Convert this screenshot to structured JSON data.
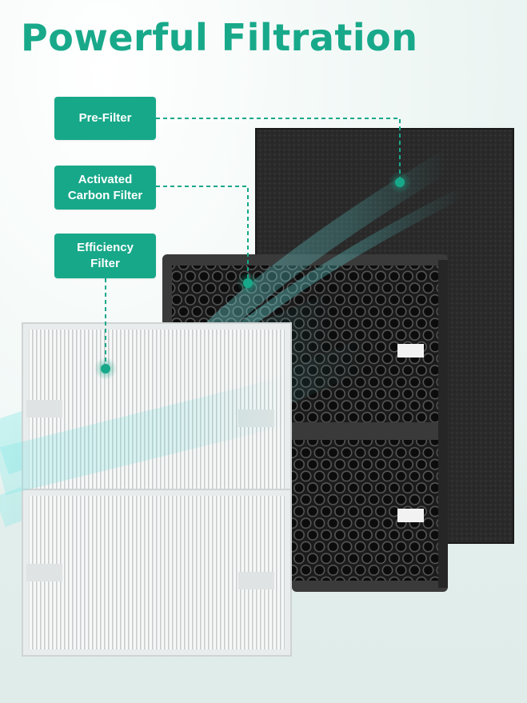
{
  "title": "Powerful Filtration",
  "labels": {
    "pre_filter": "Pre-Filter",
    "activated_line1": "Activated",
    "activated_line2": "Carbon Filter",
    "efficiency_line1": "Efficiency",
    "efficiency_line2": "Filter"
  },
  "colors": {
    "accent": "#17a889",
    "foam": "#2b2b2b",
    "carbon_frame": "#3a3a3a",
    "hepa": "#f4f5f5",
    "airflow": "#6fe3e0"
  },
  "icons": [
    "marker-dot-icon"
  ]
}
